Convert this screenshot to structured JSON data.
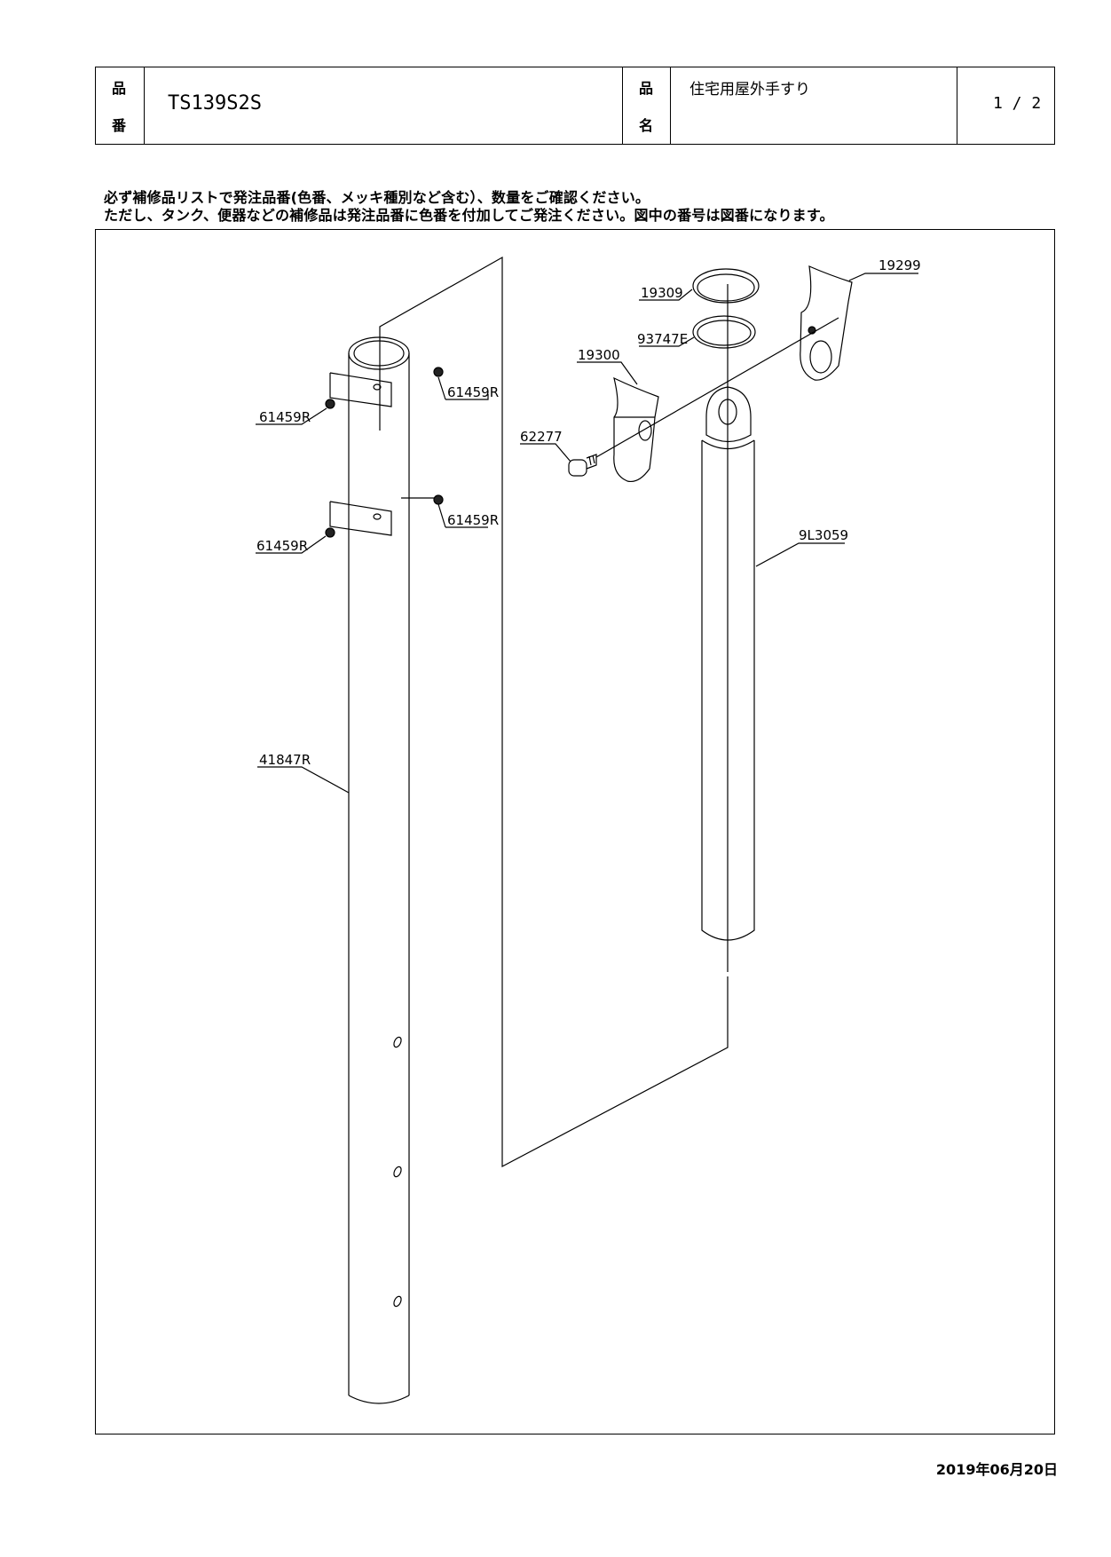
{
  "header": {
    "hinban_top": "品",
    "hinban_bottom": "番",
    "product_code": "TS139S2S",
    "hinmei_top": "品",
    "hinmei_bottom": "名",
    "product_name": "住宅用屋外手すり",
    "page": "1 / 2"
  },
  "notes": [
    "必ず補修品リストで発注品番(色番、メッキ種別など含む）、数量をご確認ください。",
    "ただし、タンク、便器などの補修品は発注品番に色番を付加してご発注ください。図中の番号は図番になります。"
  ],
  "parts": {
    "p41847R": "41847R",
    "p61459R_a": "61459R",
    "p61459R_b": "61459R",
    "p61459R_c": "61459R",
    "p61459R_d": "61459R",
    "p19309": "19309",
    "p93747E": "93747E",
    "p19299": "19299",
    "p19300": "19300",
    "p62277": "62277",
    "p9L3059": "9L3059"
  },
  "date": "2019年06月20日"
}
